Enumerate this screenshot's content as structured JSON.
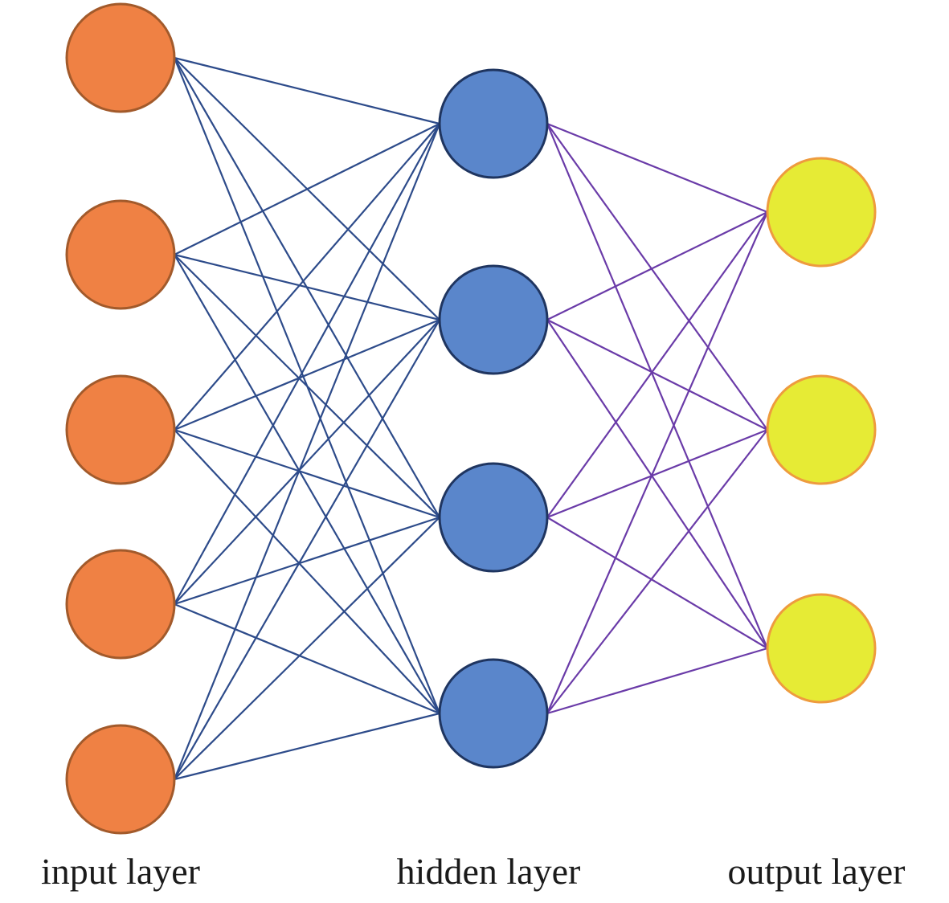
{
  "layers": [
    {
      "id": "input",
      "label": "input layer",
      "nodes": 5,
      "fill": "#EF8144",
      "stroke": "#A25A2B"
    },
    {
      "id": "hidden",
      "label": "hidden layer",
      "nodes": 4,
      "fill": "#5A86CB",
      "stroke": "#1F3560"
    },
    {
      "id": "output",
      "label": "output layer",
      "nodes": 3,
      "fill": "#E6EB35",
      "stroke": "#EE9B3E"
    }
  ],
  "connections": [
    {
      "from": "input",
      "to": "hidden",
      "color": "#2D4B8A"
    },
    {
      "from": "hidden",
      "to": "output",
      "color": "#6A3BA8"
    }
  ]
}
